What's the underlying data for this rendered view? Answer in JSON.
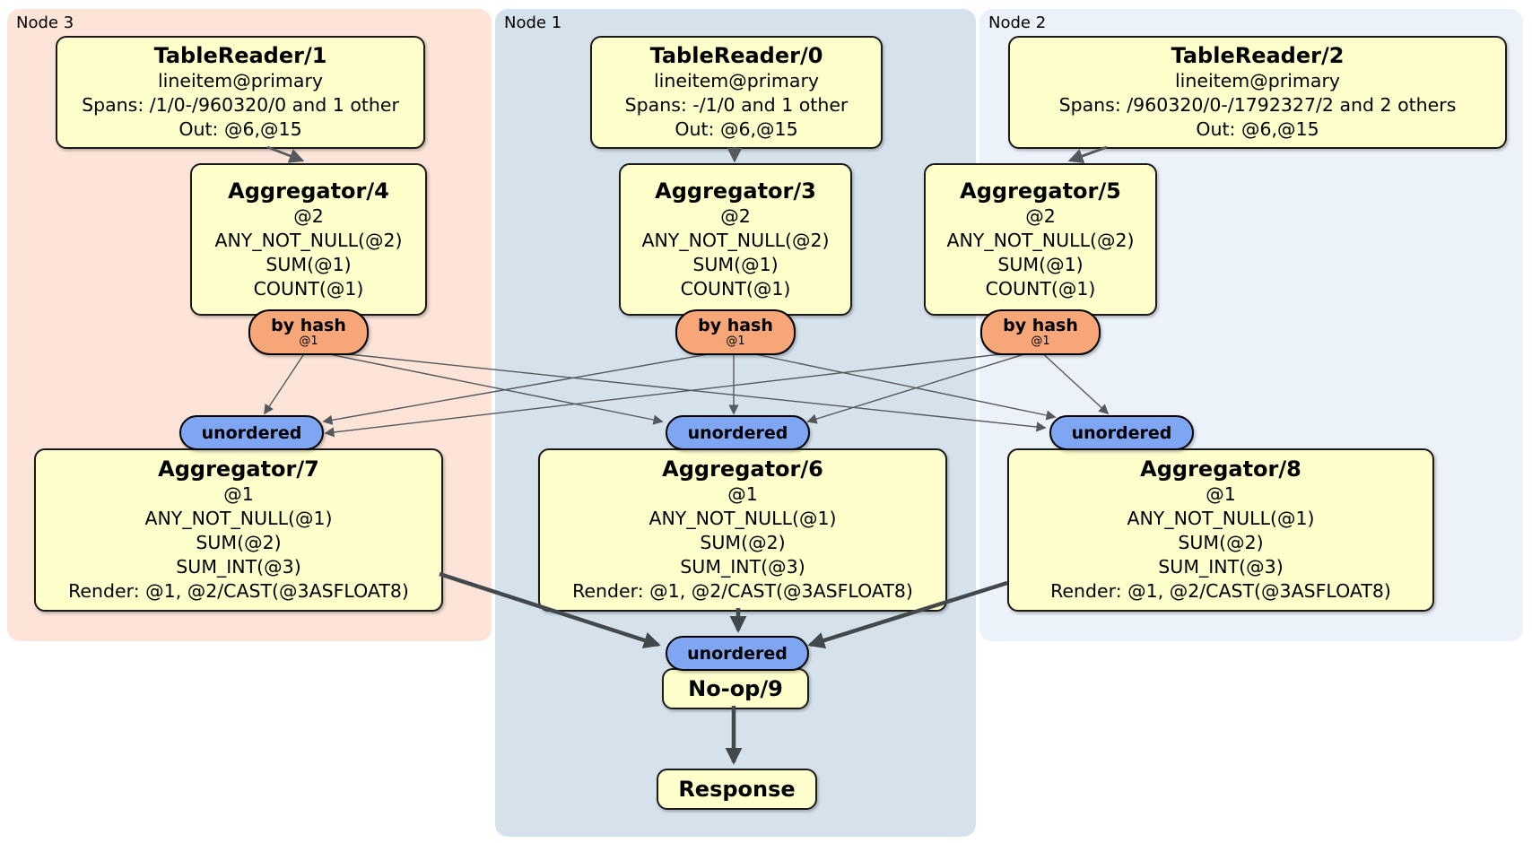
{
  "colors": {
    "node3_bg": "#fce4d8",
    "node1_bg": "#d5e2ec",
    "node2_bg": "#ecf2fa",
    "box_fill": "#ffffcc",
    "box_border": "#1a1a1a",
    "hash_fill": "#f7a678",
    "sync_fill": "#7ea6f2",
    "arrow_thin": "#55585c",
    "arrow_med": "#55585c",
    "arrow_thick": "#43484c"
  },
  "regions": [
    {
      "label": "Node 3"
    },
    {
      "label": "Node 1"
    },
    {
      "label": "Node 2"
    }
  ],
  "routers": {
    "by_hash": "by hash",
    "hash_key": "@1",
    "unordered": "unordered"
  },
  "processors": {
    "tr1": {
      "title": "TableReader/1",
      "lines": [
        "lineitem@primary",
        "Spans: /1/0-/960320/0 and 1 other",
        "Out: @6,@15"
      ]
    },
    "tr0": {
      "title": "TableReader/0",
      "lines": [
        "lineitem@primary",
        "Spans: -/1/0 and 1 other",
        "Out: @6,@15"
      ]
    },
    "tr2": {
      "title": "TableReader/2",
      "lines": [
        "lineitem@primary",
        "Spans: /960320/0-/1792327/2 and 2 others",
        "Out: @6,@15"
      ]
    },
    "agg4": {
      "title": "Aggregator/4",
      "lines": [
        "@2",
        "ANY_NOT_NULL(@2)",
        "SUM(@1)",
        "COUNT(@1)"
      ]
    },
    "agg3": {
      "title": "Aggregator/3",
      "lines": [
        "@2",
        "ANY_NOT_NULL(@2)",
        "SUM(@1)",
        "COUNT(@1)"
      ]
    },
    "agg5": {
      "title": "Aggregator/5",
      "lines": [
        "@2",
        "ANY_NOT_NULL(@2)",
        "SUM(@1)",
        "COUNT(@1)"
      ]
    },
    "agg7": {
      "title": "Aggregator/7",
      "lines": [
        "@1",
        "ANY_NOT_NULL(@1)",
        "SUM(@2)",
        "SUM_INT(@3)",
        "Render: @1, @2/CAST(@3ASFLOAT8)"
      ]
    },
    "agg6": {
      "title": "Aggregator/6",
      "lines": [
        "@1",
        "ANY_NOT_NULL(@1)",
        "SUM(@2)",
        "SUM_INT(@3)",
        "Render: @1, @2/CAST(@3ASFLOAT8)"
      ]
    },
    "agg8": {
      "title": "Aggregator/8",
      "lines": [
        "@1",
        "ANY_NOT_NULL(@1)",
        "SUM(@2)",
        "SUM_INT(@3)",
        "Render: @1, @2/CAST(@3ASFLOAT8)"
      ]
    },
    "noop": {
      "title": "No-op/9"
    },
    "response": {
      "title": "Response"
    }
  }
}
